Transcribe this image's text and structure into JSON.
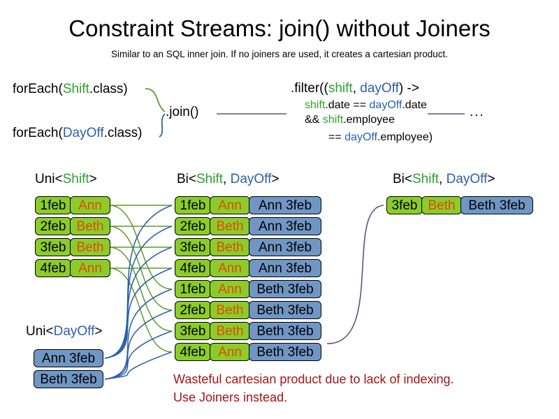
{
  "header": {
    "title": "Constraint Streams: join() without Joiners",
    "subtitle": "Similar to an SQL inner join. If no joiners are used, it creates a cartesian product."
  },
  "code": {
    "for_each_shift": {
      "prefix": "forEach(",
      "type": "Shift",
      "suffix": ".class)"
    },
    "for_each_dayoff": {
      "prefix": "forEach(",
      "type": "DayOff",
      "suffix": ".class)"
    },
    "join_label": ".join()",
    "filter_line1_a": ".filter((",
    "filter_line1_shift": "shift",
    "filter_line1_comma": ", ",
    "filter_line1_dayoff": "dayOff",
    "filter_line1_b": ") ->",
    "filter_line2_shift": "shift",
    "filter_line2_mid": ".date == ",
    "filter_line2_dayoff": "dayOff",
    "filter_line2_end": ".date",
    "filter_line3_a": "&& ",
    "filter_line3_shift": "shift",
    "filter_line3_b": ".employee",
    "filter_line4_a": "== ",
    "filter_line4_dayoff": "dayOff",
    "filter_line4_b": ".employee)",
    "ellipsis": "..."
  },
  "columns": {
    "uni_shift": {
      "prefix": "Uni<",
      "type": "Shift",
      "suffix": ">"
    },
    "bi_middle": {
      "prefix": "Bi<",
      "type1": "Shift",
      "sep": ", ",
      "type2": "DayOff",
      "suffix": ">"
    },
    "bi_right": {
      "prefix": "Bi<",
      "type1": "Shift",
      "sep": ", ",
      "type2": "DayOff",
      "suffix": ">"
    },
    "uni_dayoff": {
      "prefix": "Uni<",
      "type": "DayOff",
      "suffix": ">"
    }
  },
  "shift_stream": [
    {
      "date": "1feb",
      "employee": "Ann"
    },
    {
      "date": "2feb",
      "employee": "Beth"
    },
    {
      "date": "3feb",
      "employee": "Beth"
    },
    {
      "date": "4feb",
      "employee": "Ann"
    }
  ],
  "dayoff_stream": [
    {
      "label": "Ann 3feb"
    },
    {
      "label": "Beth 3feb"
    }
  ],
  "joined_stream": [
    {
      "date": "1feb",
      "employee": "Ann",
      "dayoff": "Ann 3feb"
    },
    {
      "date": "2feb",
      "employee": "Beth",
      "dayoff": "Ann 3feb"
    },
    {
      "date": "3feb",
      "employee": "Beth",
      "dayoff": "Ann 3feb"
    },
    {
      "date": "4feb",
      "employee": "Ann",
      "dayoff": "Ann 3feb"
    },
    {
      "date": "1feb",
      "employee": "Ann",
      "dayoff": "Beth 3feb"
    },
    {
      "date": "2feb",
      "employee": "Beth",
      "dayoff": "Beth 3feb"
    },
    {
      "date": "3feb",
      "employee": "Beth",
      "dayoff": "Beth 3feb"
    },
    {
      "date": "4feb",
      "employee": "Ann",
      "dayoff": "Beth 3feb"
    }
  ],
  "result_stream": [
    {
      "date": "3feb",
      "employee": "Beth",
      "dayoff": "Beth 3feb"
    }
  ],
  "warning": {
    "line1": "Wasteful cartesian product due to lack of indexing.",
    "line2": "Use Joiners instead."
  },
  "colors": {
    "shift_green": "#8ccc2a",
    "employee_orange": "#e2490a",
    "dayoff_blue": "#7096c4",
    "type_green": "#2fa02f",
    "type_blue": "#2d5fa8",
    "wire_green": "#5a9e27",
    "wire_blue": "#2d5fa8",
    "wire_purple": "#6b4f7a",
    "warning_red": "#a51414"
  }
}
